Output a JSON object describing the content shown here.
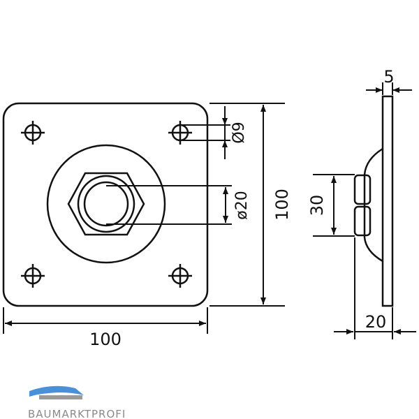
{
  "drawing": {
    "front_view": {
      "width_label": "100",
      "height_label": "100",
      "hole_diameter_label": "Ø9",
      "bore_diameter_label": "ø20"
    },
    "side_view": {
      "plate_thickness_label": "5",
      "nut_height_label": "30",
      "total_depth_label": "20"
    }
  },
  "branding": {
    "logo_text": "BAUMARKTPROFI",
    "logo_color_dark": "#8a8a8a",
    "logo_color_accent": "#4a90d9"
  },
  "colors": {
    "line": "#111111",
    "background": "#ffffff"
  }
}
